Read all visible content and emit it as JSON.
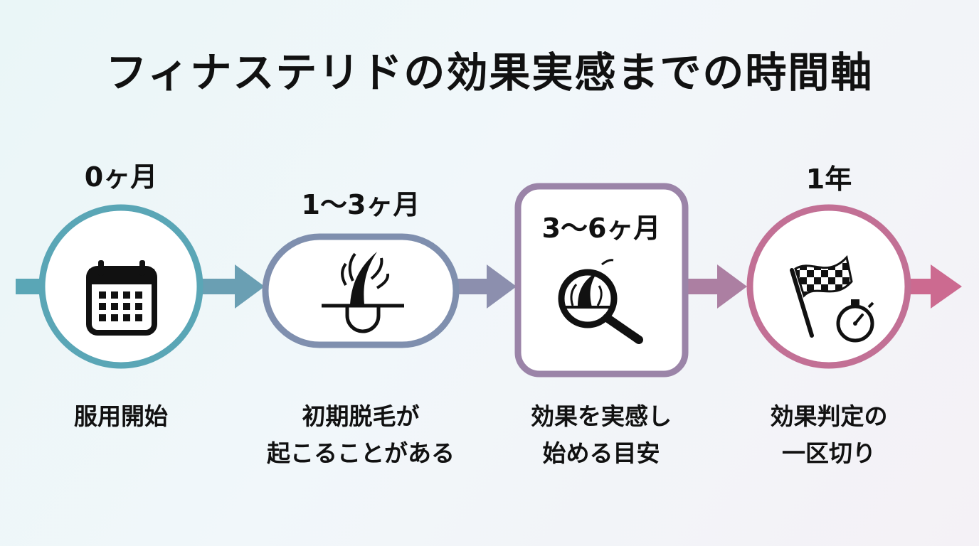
{
  "title": "フィナステリドの効果実感までの時間軸",
  "colors": {
    "step1": "#5aa6b6",
    "step2": "#7f8fae",
    "step3": "#9b84a8",
    "step4": "#c27095"
  },
  "steps": [
    {
      "time": "0ヶ月",
      "icon": "calendar-icon",
      "desc": [
        "服用開始"
      ]
    },
    {
      "time": "1〜3ヶ月",
      "icon": "hair-follicle-icon",
      "desc": [
        "初期脱毛が",
        "起こることがある"
      ]
    },
    {
      "time": "3〜6ヶ月",
      "icon": "magnifier-hair-icon",
      "desc": [
        "効果を実感し",
        "始める目安"
      ]
    },
    {
      "time": "1年",
      "icon": "checkered-flag-stopwatch-icon",
      "desc": [
        "効果判定の",
        "一区切り"
      ]
    }
  ]
}
